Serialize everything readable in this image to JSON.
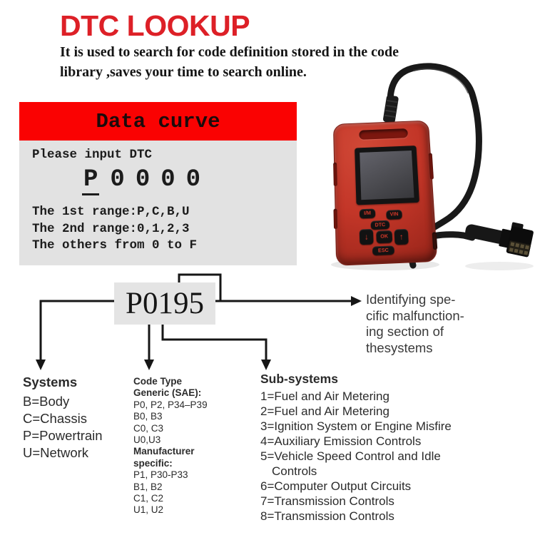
{
  "header": {
    "title": "DTC LOOKUP",
    "subtitle": "It is used to search for code definition stored in the code\nlibrary ,saves your time to search online."
  },
  "panel": {
    "banner_label": "Data curve",
    "prompt": "Please input DTC",
    "code": {
      "letter": "P",
      "digits": [
        "0",
        "0",
        "0",
        "0"
      ]
    },
    "ranges": [
      "The 1st range:P,C,B,U",
      "The 2nd range:0,1,2,3",
      "The others from 0 to F"
    ]
  },
  "breakdown": {
    "code": "P0195",
    "annotation": "Identifying spe-\ncific malfunction-\ning section of\nthesystems"
  },
  "columns": {
    "systems": {
      "header": "Systems",
      "items": [
        "B=Body",
        "C=Chassis",
        "P=Powertrain",
        "U=Network"
      ]
    },
    "code_type": {
      "header": "Code Type",
      "generic_label": "Generic (SAE):",
      "generic_items": [
        "P0, P2, P34–P39",
        "B0, B3",
        "C0, C3",
        "U0,U3"
      ],
      "manufacturer_label": "Manufacturer\nspecific:",
      "manufacturer_items": [
        "P1, P30-P33",
        "B1, B2",
        "C1, C2",
        "U1, U2"
      ]
    },
    "sub_systems": {
      "header": "Sub-systems",
      "items": [
        "1=Fuel and Air Metering",
        "2=Fuel and Air Metering",
        "3=Ignition System or Engine Misfire",
        "4=Auxiliary Emission Controls",
        "5=Vehicle Speed Control and Idle",
        "Controls",
        "6=Computer Output Circuits",
        "7=Transmission Controls",
        "8=Transmission Controls"
      ]
    }
  },
  "device": {
    "buttons": {
      "im": "I/M",
      "vin": "VIN",
      "dtc": "DTC",
      "down": "↓",
      "ok": "OK",
      "up": "↑",
      "esc": "ESC"
    }
  },
  "colors": {
    "title_red": "#dd2027",
    "banner_red": "#fa0202",
    "panel_gray": "#e2e2e2",
    "code_box_gray": "#e4e4e4",
    "device_red": "#c33628",
    "line_black": "#161616"
  }
}
